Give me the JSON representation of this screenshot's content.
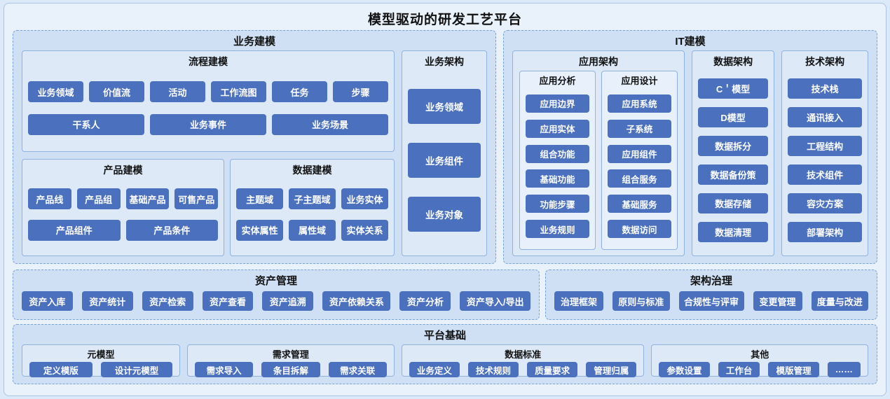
{
  "title": "模型驱动的研发工艺平台",
  "colors": {
    "page_bg": "#dce9f8",
    "frame_bg": "#e9f1fb",
    "section_bg": "#cfe0f4",
    "section_border": "#78a3d6",
    "box_bg": "#dde9f7",
    "box_border": "#8fb2de",
    "inner_box_bg": "#e7f0fb",
    "button": "#4a70be",
    "button_text": "#ffffff"
  },
  "business_modeling": {
    "title": "业务建模",
    "process": {
      "title": "流程建模",
      "rows": [
        [
          "业务领域",
          "价值流",
          "活动",
          "工作流图",
          "任务",
          "步骤"
        ],
        [
          "干系人",
          "业务事件",
          "业务场景"
        ]
      ]
    },
    "product": {
      "title": "产品建模",
      "rows": [
        [
          "产品线",
          "产品组",
          "基础产品",
          "可售产品"
        ],
        [
          "产品组件",
          "产品条件"
        ]
      ]
    },
    "data": {
      "title": "数据建模",
      "rows": [
        [
          "主题域",
          "子主题域",
          "业务实体"
        ],
        [
          "实体属性",
          "属性域",
          "实体关系"
        ]
      ]
    },
    "architecture": {
      "title": "业务架构",
      "rows": [
        [
          "业务领域"
        ],
        [
          "业务组件"
        ],
        [
          "业务对象"
        ]
      ]
    }
  },
  "it_modeling": {
    "title": "IT建模",
    "app_architecture": {
      "title": "应用架构",
      "analysis": {
        "title": "应用分析",
        "rows": [
          [
            "应用边界"
          ],
          [
            "应用实体"
          ],
          [
            "组合功能"
          ],
          [
            "基础功能"
          ],
          [
            "功能步骤"
          ],
          [
            "业务规则"
          ]
        ]
      },
      "design": {
        "title": "应用设计",
        "rows": [
          [
            "应用系统"
          ],
          [
            "子系统"
          ],
          [
            "应用组件"
          ],
          [
            "组合服务"
          ],
          [
            "基础服务"
          ],
          [
            "数据访问"
          ]
        ]
      }
    },
    "data_architecture": {
      "title": "数据架构",
      "rows": [
        [
          "C＇模型"
        ],
        [
          "D模型"
        ],
        [
          "数据拆分"
        ],
        [
          "数据备份策"
        ],
        [
          "数据存储"
        ],
        [
          "数据清理"
        ]
      ]
    },
    "tech_architecture": {
      "title": "技术架构",
      "rows": [
        [
          "技术栈"
        ],
        [
          "通讯接入"
        ],
        [
          "工程结构"
        ],
        [
          "技术组件"
        ],
        [
          "容灾方案"
        ],
        [
          "部署架构"
        ]
      ]
    }
  },
  "asset_management": {
    "title": "资产管理",
    "rows": [
      [
        "资产入库",
        "资产统计",
        "资产检索",
        "资产查看",
        "资产追溯",
        "资产依赖关系",
        "资产分析",
        "资产导入/导出"
      ]
    ]
  },
  "governance": {
    "title": "架构治理",
    "rows": [
      [
        "治理框架",
        "原则与标准",
        "合规性与评审",
        "变更管理",
        "度量与改进"
      ]
    ]
  },
  "platform": {
    "title": "平台基础",
    "meta_model": {
      "title": "元模型",
      "rows": [
        [
          "定义模版",
          "设计元模型"
        ]
      ]
    },
    "requirements": {
      "title": "需求管理",
      "rows": [
        [
          "需求导入",
          "条目拆解",
          "需求关联"
        ]
      ]
    },
    "data_standard": {
      "title": "数据标准",
      "rows": [
        [
          "业务定义",
          "技术规则",
          "质量要求",
          "管理归属"
        ]
      ]
    },
    "others": {
      "title": "其他",
      "rows": [
        [
          "参数设置",
          "工作台",
          "模版管理",
          "……"
        ]
      ]
    }
  }
}
